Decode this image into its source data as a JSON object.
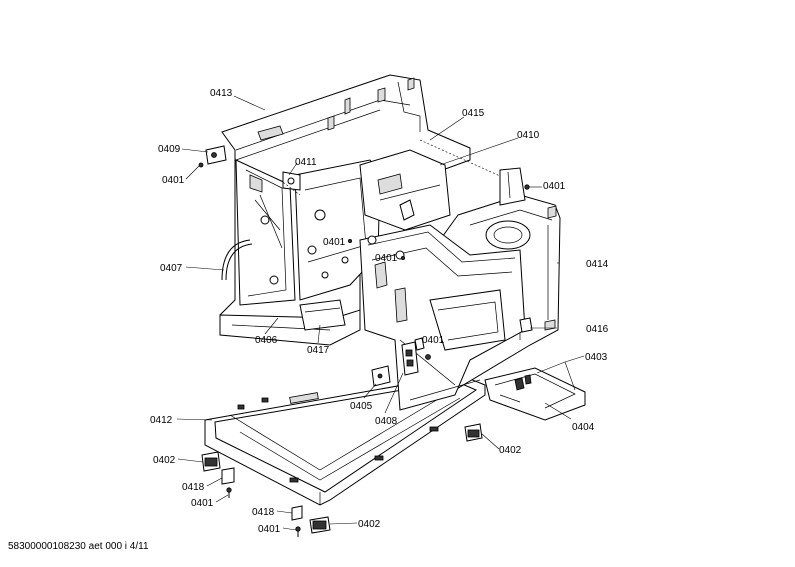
{
  "labels": {
    "p0413": "0413",
    "p0415": "0415",
    "p0410": "0410",
    "p0409": "0409",
    "p0401_a": "0401",
    "p0411": "0411",
    "p0401_b": "0401",
    "p0401_c": "0401",
    "p0401_d": "0401",
    "p0414": "0414",
    "p0407": "0407",
    "p0416": "0416",
    "p0406": "0406",
    "p0417": "0417",
    "p0401_e": "0401",
    "p0403": "0403",
    "p0405": "0405",
    "p0408": "0408",
    "p0404": "0404",
    "p0412": "0412",
    "p0402_a": "0402",
    "p0402_b": "0402",
    "p0418_a": "0418",
    "p0401_f": "0401",
    "p0418_b": "0418",
    "p0401_g": "0401",
    "p0402_c": "0402"
  },
  "footer": {
    "doc_id": "58300000108230 aet 000 i 4/11"
  }
}
